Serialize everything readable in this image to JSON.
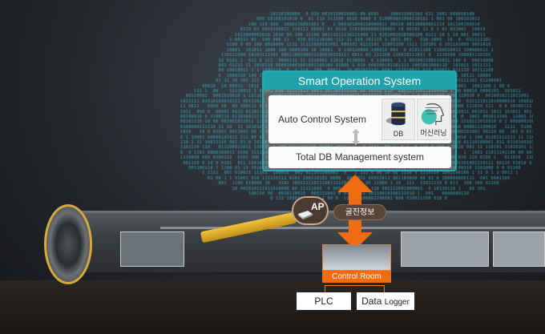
{
  "smart_operation_system": {
    "title": "Smart Operation System",
    "auto_control": "Auto Control System",
    "db_label": "DB",
    "ml_label": "머신러닝",
    "total_db": "Total DB Management system"
  },
  "ap": {
    "label": "AP",
    "info": "굴진정보"
  },
  "control_room": {
    "label": "Control Room"
  },
  "devices": {
    "plc": "PLC",
    "data": "Data",
    "logger": "Logger"
  },
  "colors": {
    "teal": "#1fa2ac",
    "orange": "#f06b12",
    "binary": "#3fc1d6"
  }
}
